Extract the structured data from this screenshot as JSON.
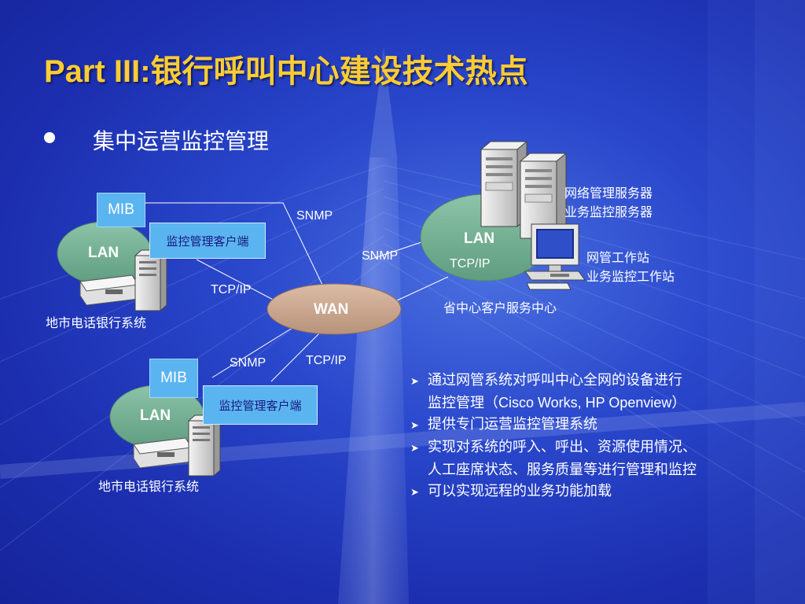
{
  "slide": {
    "title": "Part III:银行呼叫中心建设技术热点",
    "bullet": "集中运营监控管理"
  },
  "diagram": {
    "top_site": {
      "mib": "MIB",
      "lan": "LAN",
      "client": "监控管理客户端",
      "caption": "地市电话银行系统"
    },
    "bottom_site": {
      "mib": "MIB",
      "lan": "LAN",
      "client": "监控管理客户端",
      "caption": "地市电话银行系统"
    },
    "wan": "WAN",
    "center": {
      "lan": "LAN",
      "protocol": "TCP/IP",
      "caption": "省中心客户服务中心",
      "server_label_1": "网络管理服务器",
      "server_label_2": "业务监控服务器",
      "workstation_label_1": "网管工作站",
      "workstation_label_2": "业务监控工作站"
    },
    "link_labels": {
      "snmp_top": "SNMP",
      "snmp_center": "SNMP",
      "tcpip_top": "TCP/IP",
      "snmp_bottom": "SNMP",
      "tcpip_bottom": "TCP/IP"
    }
  },
  "features": [
    {
      "line1": "通过网管系统对呼叫中心全网的设备进行",
      "line2_pre": "监控管理（",
      "line2_latin": "Cisco Works, HP Openview",
      "line2_post": "）"
    },
    {
      "line1": "提供专门运营监控管理系统"
    },
    {
      "line1": "实现对系统的呼入、呼出、资源使用情况、",
      "line2": "人工座席状态、服务质量等进行管理和监控"
    },
    {
      "line1": "可以实现远程的业务功能加载"
    }
  ],
  "colors": {
    "title": "#ffcc33",
    "background": "#2a48cc",
    "lan_ellipse": "#6aaa8a",
    "wan_ellipse": "#c8a68e",
    "box": "#5ab4f0"
  }
}
